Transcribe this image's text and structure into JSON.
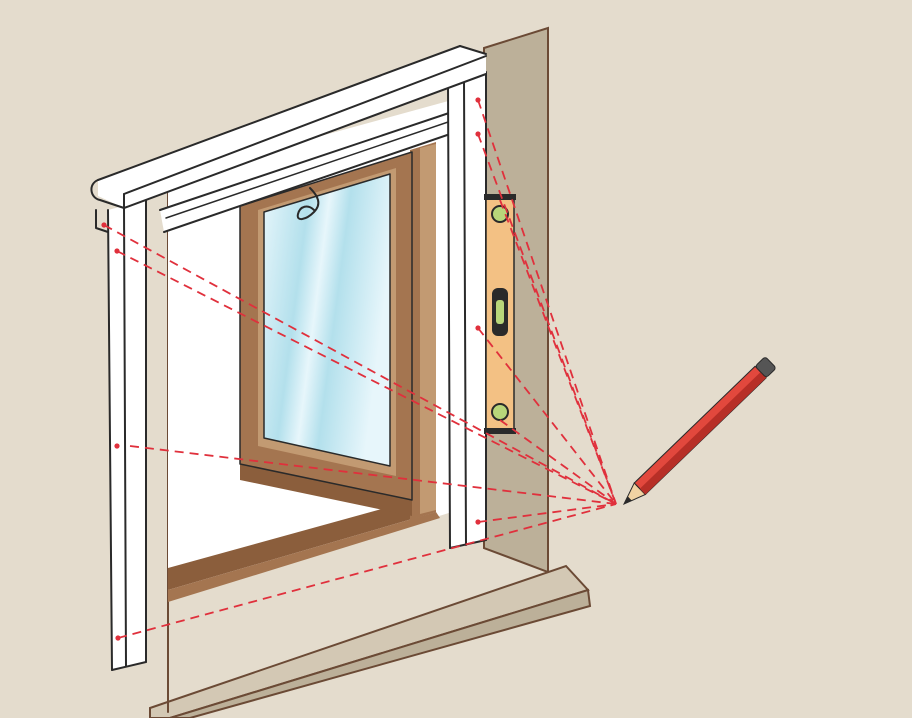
{
  "illustration": {
    "subject": "window-frame-level-marking",
    "icons": [
      "window-frame",
      "spirit-level",
      "pencil",
      "guide-lines",
      "mark-dots"
    ]
  },
  "colors": {
    "background": "#e4dccd",
    "outline": "#2a2a2a",
    "wall_edge": "#6b4a35",
    "wall_side": "#bcb099",
    "sill": "#d3c8b4",
    "wood_dark": "#8b5e3c",
    "wood_mid": "#a47550",
    "wood_light": "#c29a72",
    "glass_light": "#e7f6fb",
    "glass_mid": "#b3e0ec",
    "frame_white": "#ffffff",
    "level_body": "#f3c184",
    "level_vial": "#b8d67a",
    "pencil_body": "#e2483d",
    "pencil_dark": "#b72f27",
    "pencil_wood": "#f1d3a3",
    "pencil_eraser": "#555555",
    "guide_line": "#e0303c"
  }
}
